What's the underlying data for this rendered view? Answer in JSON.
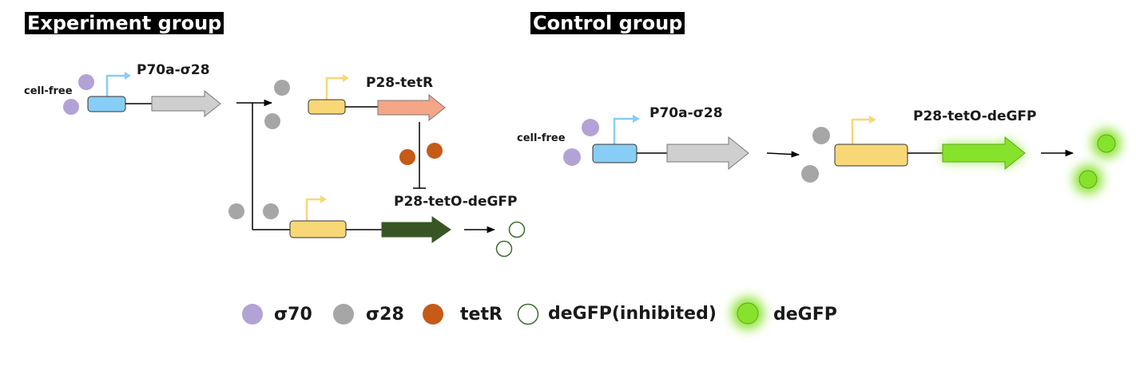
{
  "experiment": {
    "title": "Experiment group",
    "cell_free": "cell-free",
    "gene1": "P70a-σ28",
    "gene2": "P28-tetR",
    "gene3": "P28-tetO-deGFP"
  },
  "control": {
    "title": "Control group",
    "cell_free": "cell-free",
    "gene1": "P70a-σ28",
    "gene2": "P28-tetO-deGFP"
  },
  "legend": [
    {
      "label": "σ70",
      "color": "#b3a2d6",
      "style": "filled"
    },
    {
      "label": "σ28",
      "color": "#a6a6a6",
      "style": "filled"
    },
    {
      "label": "tetR",
      "color": "#c65a17",
      "style": "filled"
    },
    {
      "label": "deGFP(inhibited)",
      "color": "#3d6b2d",
      "style": "outline"
    },
    {
      "label": "deGFP",
      "color": "#86e22a",
      "style": "glow"
    }
  ],
  "colors": {
    "promoter_blue": "#87cdf5",
    "promoter_yellow": "#f8d777",
    "arrow_gray": "#cfcfcf",
    "arrow_salmon": "#f4a687",
    "arrow_darkgreen": "#375623",
    "arrow_brightgreen": "#86e22a"
  }
}
